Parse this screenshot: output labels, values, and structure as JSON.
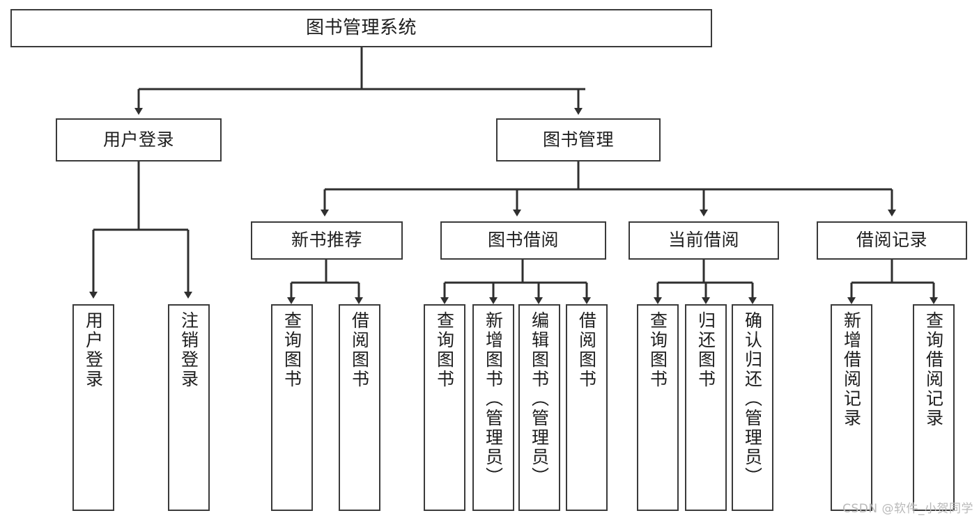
{
  "diagram": {
    "type": "tree",
    "title": "图书管理系统",
    "orientation": "top-down",
    "style": {
      "box_border_color": "#3a3a3a",
      "box_fill_color": "#ffffff",
      "connector_color": "#2f2f2f",
      "text_color": "#1d1d1d",
      "background": "#ffffff"
    }
  },
  "root": {
    "label": "图书管理系统"
  },
  "level1": [
    {
      "label": "用户登录"
    },
    {
      "label": "图书管理"
    }
  ],
  "level2": [
    {
      "label": "新书推荐"
    },
    {
      "label": "图书借阅"
    },
    {
      "label": "当前借阅"
    },
    {
      "label": "借阅记录"
    }
  ],
  "leaves": {
    "user_login": [
      {
        "label": "用户登录"
      },
      {
        "label": "注销登录"
      }
    ],
    "new_book_recommend": [
      {
        "label": "查询图书"
      },
      {
        "label": "借阅图书"
      }
    ],
    "book_borrow": [
      {
        "label": "查询图书"
      },
      {
        "label": "新增图书（管理员）"
      },
      {
        "label": "编辑图书（管理员）"
      },
      {
        "label": "借阅图书"
      }
    ],
    "current_borrow": [
      {
        "label": "查询图书"
      },
      {
        "label": "归还图书"
      },
      {
        "label": "确认归还（管理员）"
      }
    ],
    "borrow_record": [
      {
        "label": "新增借阅记录"
      },
      {
        "label": "查询借阅记录"
      }
    ]
  },
  "watermark": {
    "text": "CSDN @软件_小贺同学"
  }
}
